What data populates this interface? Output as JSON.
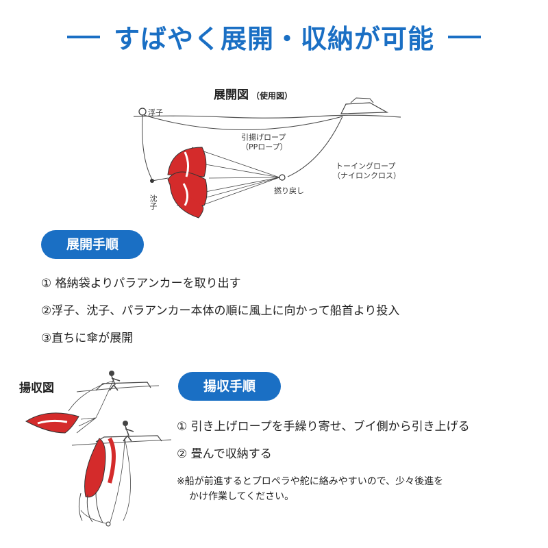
{
  "title": "すばやく展開・収納が可能",
  "deploy_diagram": {
    "caption": "展開図",
    "caption_sub": "（使用図）",
    "label_float": "浮子",
    "label_haul_line": "引揚げロープ",
    "label_haul_line_sub": "（PPロープ）",
    "label_towing": "トーイングロープ",
    "label_towing_sub": "（ナイロンクロス）",
    "label_swivel": "撚り戻し",
    "label_sinker": "沈子"
  },
  "deploy_section": {
    "heading": "展開手順",
    "steps": [
      "① 格納袋よりパラアンカーを取り出す",
      "②浮子、沈子、パラアンカー本体の順に風上に向かって船首より投入",
      "③直ちに傘が展開"
    ]
  },
  "retrieve_section": {
    "diagram_label": "揚収図",
    "heading": "揚収手順",
    "steps": [
      "① 引き上げロープを手繰り寄せ、ブイ側から引き上げる",
      "② 畳んで収納する"
    ],
    "note_line1": "※船が前進するとプロペラや舵に絡みやすいので、少々後進を",
    "note_line2": "かけ作業してください。"
  },
  "colors": {
    "accent": "#1a6fc4",
    "canopy_red": "#d42b2b"
  }
}
